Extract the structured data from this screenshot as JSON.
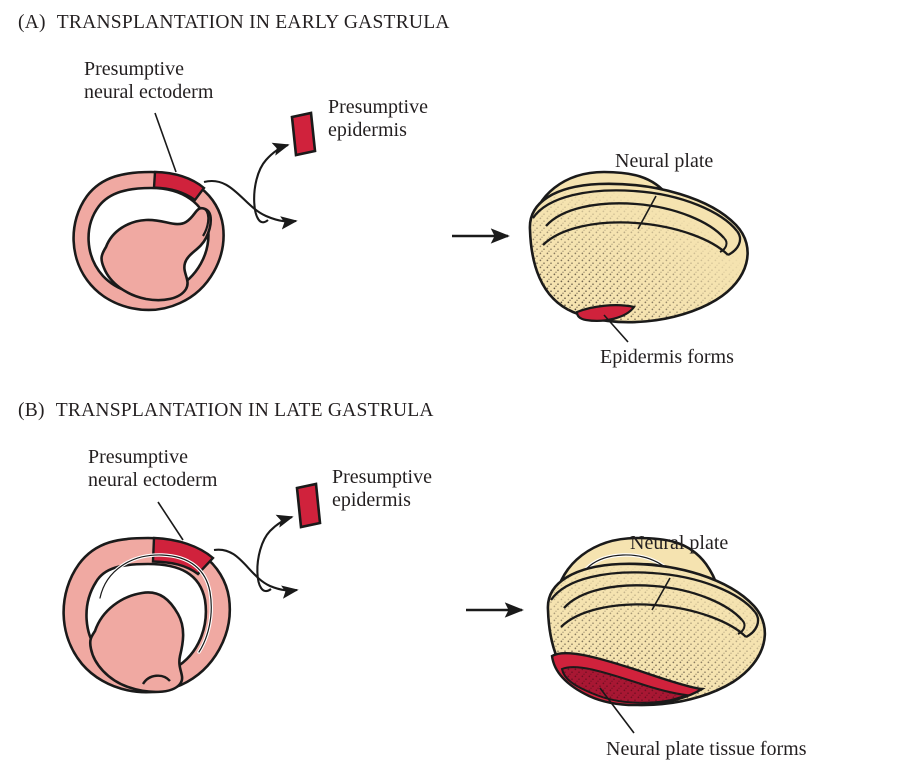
{
  "figure": {
    "kind": "biology-diagram",
    "subject": "Amphibian ectoderm transplantation experiment",
    "colors": {
      "donor_pink_fill": "#f0a9a2",
      "host_yellow_fill": "#f5e3b0",
      "graft_red": "#d0223c",
      "graft_red_dark": "#b01d33",
      "outline": "#1a1a1a",
      "text": "#231f20",
      "background": "#ffffff"
    }
  },
  "panels": [
    {
      "id": "A",
      "tag": "(A)",
      "title": "TRANSPLANTATION IN EARLY GASTRULA",
      "labels": {
        "donor_region": "Presumptive\nneural ectoderm",
        "graft_block": "Presumptive\nepidermis",
        "neural_plate": "Neural plate",
        "result": "Epidermis forms"
      },
      "stage": {
        "donor": "early gastrula (donor, pink)",
        "host": "early gastrula (host, yellow)",
        "outcome": "neurula with red graft-derived epidermis on ventral surface"
      }
    },
    {
      "id": "B",
      "tag": "(B)",
      "title": "TRANSPLANTATION IN LATE GASTRULA",
      "labels": {
        "donor_region": "Presumptive\nneural ectoderm",
        "graft_block": "Presumptive\nepidermis",
        "neural_plate": "Neural plate",
        "result": "Neural plate tissue forms"
      },
      "stage": {
        "donor": "late gastrula (donor, pink)",
        "host": "late gastrula (host, yellow)",
        "outcome": "neurula with large red graft-derived secondary neural plate"
      }
    }
  ]
}
